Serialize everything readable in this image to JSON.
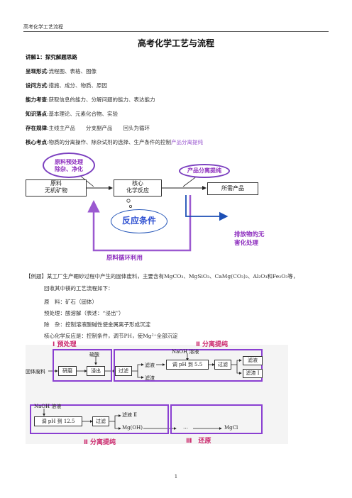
{
  "header": {
    "text": "高考化学工艺流程"
  },
  "title": "高考化学工艺与流程",
  "lecture": {
    "key": "讲解1：探究解题思路"
  },
  "rows": [
    {
      "key": "呈现形式",
      "sep": ":",
      "value": "流程图、表格、图像"
    },
    {
      "key": "设问方式",
      "sep": ":",
      "value": "措施、成分、物质、原因"
    },
    {
      "key": "能力考查",
      "sep": ":",
      "value": "获取信息的能力、分解问题的能力、表达能力"
    },
    {
      "key": "知识落点",
      "sep": ":",
      "value": "基本理论、元素化合物、实验"
    },
    {
      "key": "存在规律",
      "sep": ":",
      "value": "主线主产品　　分支副产品　　回头为循环"
    },
    {
      "key": "核心考点",
      "sep": ":",
      "value": "物质的分离操作、除杂试剂的选择、生产条件的控制",
      "highlight": "产品分离提纯"
    }
  ],
  "diagram1": {
    "raw_box": [
      "原料",
      "无机矿物"
    ],
    "core_box": [
      "核心",
      "化学反应"
    ],
    "product_box": "所需产品",
    "callout_pre": [
      "原料预处理",
      "除杂、净化"
    ],
    "callout_sep": "产品分离提纯",
    "reaction": "反应条件",
    "cycle": "原料循环利用",
    "waste": [
      "排放物的无",
      "害化处理"
    ]
  },
  "example": {
    "line1": "【例题】某工厂生产硼砂过程中产生的固体废料，主要含有MgCO₃、MgSiO₃、CaMg(CO₃)₂、Al₂O₃和Fe₂O₃等，",
    "line2": "回收其中镁的工艺流程如下：",
    "items": [
      "原　料：矿石（固体）",
      "预处理：酸溶解（表述：“浸出”）",
      "除　杂：控制溶液酸碱性使金属离子形成沉淀",
      "核心化学反应是：控制条件，调节PH，使Mg²⁺全部沉淀"
    ]
  },
  "diagram2": {
    "sec1": "Ⅰ 预处理",
    "sec2": "Ⅱ 分离提纯",
    "sec3": "Ⅱ 分离提纯",
    "sec4": "Ⅲ　还原",
    "feed": "固体废料",
    "grind": "研磨",
    "acid": "硫酸",
    "leach": "浸出",
    "filter": "过滤",
    "filtrate": "滤液",
    "residue": "滤渣",
    "naoh": "NaOH 溶液",
    "ph1": "调 pH 到 5.5",
    "filtrate_r": "滤液",
    "residue_r": "滤渣 Ⅰ",
    "ph2": "调 pH 到 12.5",
    "filtrate2": "滤液 Ⅱ",
    "mgoh": "Mg(OH)",
    "dots": "…",
    "mgcl": "MgCl"
  },
  "page_number": "1"
}
